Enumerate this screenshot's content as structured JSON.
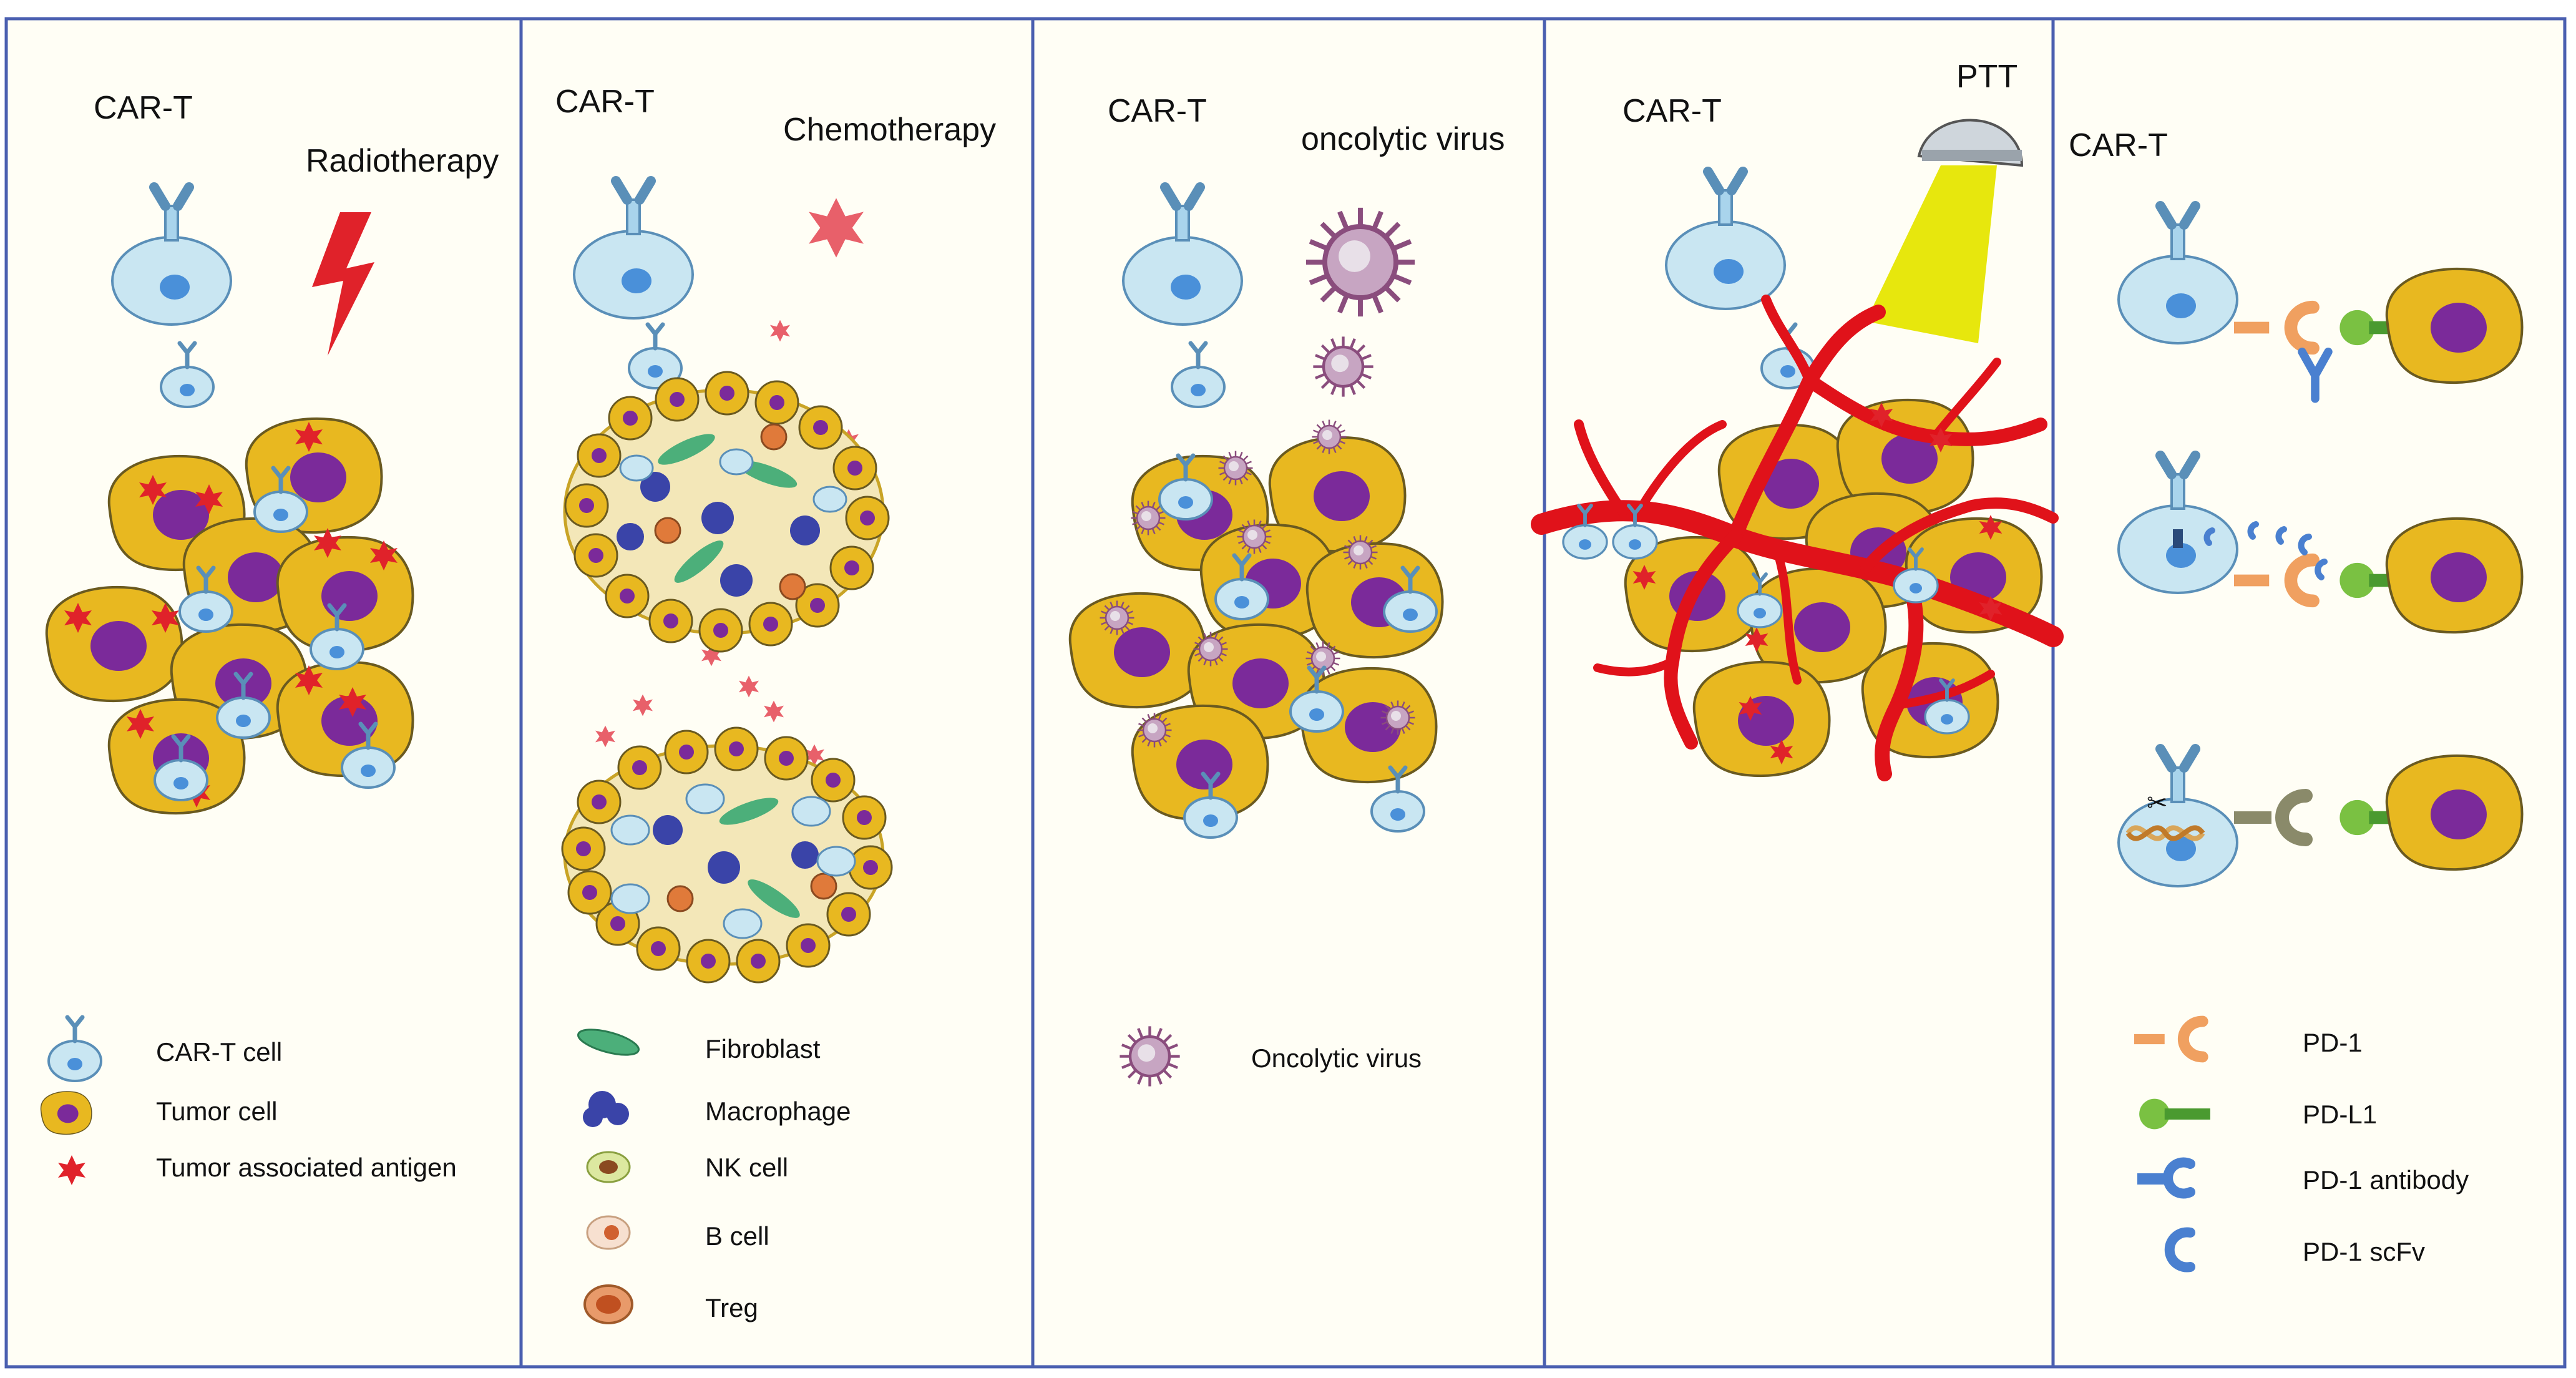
{
  "panels": [
    {
      "id": "radio",
      "car_t_label": "CAR-T",
      "therapy_label": "Radiotherapy"
    },
    {
      "id": "chemo",
      "car_t_label": "CAR-T",
      "therapy_label": "Chemotherapy"
    },
    {
      "id": "virus",
      "car_t_label": "CAR-T",
      "therapy_label": "oncolytic virus"
    },
    {
      "id": "ptt",
      "car_t_label": "CAR-T",
      "therapy_label": "PTT"
    },
    {
      "id": "pd1",
      "car_t_label": "CAR-T"
    }
  ],
  "legends": {
    "panel1": [
      "CAR-T cell",
      "Tumor cell",
      "Tumor associated antigen"
    ],
    "panel2": [
      "Fibroblast",
      "Macrophage",
      "NK cell",
      "B cell",
      "Treg"
    ],
    "panel3": [
      "Oncolytic virus"
    ],
    "panel5": [
      "PD-1",
      "PD-L1",
      "PD-1 antibody",
      "PD-1 scFv"
    ]
  },
  "colors": {
    "background": "#fffef5",
    "border": "#4a5fb0",
    "car_t_cell": "#c9e6f2",
    "car_t_nucleus": "#4a90d9",
    "tumor_cell": "#e8b820",
    "tumor_nucleus": "#7b2a9a",
    "antigen": "#e0222a",
    "radiation": "#e0222a",
    "chemo_drug": "#e8606a",
    "virus": "#8a4d7d",
    "blood_vessel": "#e0121a",
    "light_beam": "#e6e600",
    "pd1": "#f0a060",
    "pdl1": "#7ac142",
    "antibody": "#4a80d0"
  },
  "icons": [
    "car-t-cell-icon",
    "tumor-cell-icon",
    "antigen-icon",
    "lightning-icon",
    "chemo-drug-icon",
    "fibroblast-icon",
    "macrophage-icon",
    "nk-cell-icon",
    "b-cell-icon",
    "treg-icon",
    "oncolytic-virus-icon",
    "lamp-icon",
    "light-beam-icon",
    "blood-vessel-icon",
    "pd1-icon",
    "pdl1-icon",
    "pd1-antibody-icon",
    "pd1-scfv-icon",
    "scissors-icon",
    "dna-icon"
  ]
}
